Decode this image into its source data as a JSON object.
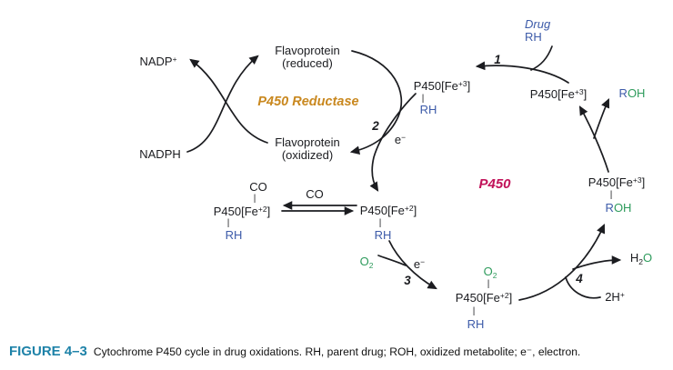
{
  "colors": {
    "ink": "#1b1c20",
    "blue": "#3d5ba9",
    "green": "#2e9b5c",
    "gold": "#c9881f",
    "crimson": "#c11259",
    "teal": "#1e82a8"
  },
  "glyphs": {
    "bond": "|"
  },
  "labels": {
    "nadp": {
      "base": "NADP",
      "sup": "+"
    },
    "nadph": "NADPH",
    "flavo_reduced": {
      "l1": "Flavoprotein",
      "l2": "(reduced)"
    },
    "flavo_oxidized": {
      "l1": "Flavoprotein",
      "l2": "(oxidized)"
    },
    "reductase": "P450 Reductase",
    "p450": "P450",
    "drug": {
      "l1": "Drug",
      "l2": "RH"
    },
    "steps": {
      "s1": "1",
      "s2": "2",
      "s3": "3",
      "s4": "4"
    },
    "electron": {
      "base": "e",
      "sup": "−"
    },
    "co": "CO",
    "o2": {
      "base": "O",
      "sub": "2"
    },
    "water": {
      "h": "H",
      "sub": "2",
      "o": "O"
    },
    "protons": {
      "base": "2H",
      "sup": "+"
    },
    "fe3": {
      "base": "P450[Fe",
      "sup": "+3",
      "close": "]"
    },
    "fe2": {
      "base": "P450[Fe",
      "sup": "+2",
      "close": "]"
    },
    "rh": "RH",
    "r": "R",
    "oh": "OH"
  },
  "caption": {
    "label": "FIGURE 4–3",
    "text": "Cytochrome P450 cycle in drug oxidations. RH, parent drug; ROH, oxidized metabolite; e⁻, electron."
  }
}
